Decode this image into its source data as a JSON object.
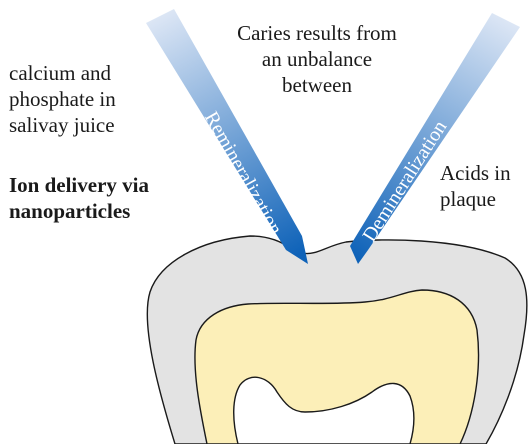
{
  "labels": {
    "caries": [
      "Caries results from",
      "an unbalance",
      "between"
    ],
    "calcium": [
      "calcium and",
      "phosphate in",
      "salivay juice"
    ],
    "ion_delivery": [
      "Ion delivery via",
      "nanoparticles"
    ],
    "acids": [
      "Acids in",
      "plaque"
    ]
  },
  "arrows": {
    "remineralization": "Remineralization",
    "demineralization": "Demineralization"
  },
  "colors": {
    "arrow_light": "#dce6f5",
    "arrow_dark": "#0e62b8",
    "enamel": "#e3e3e3",
    "dentin": "#fcefb8",
    "pulp": "#ffffff",
    "outline": "#1a1a1a"
  }
}
